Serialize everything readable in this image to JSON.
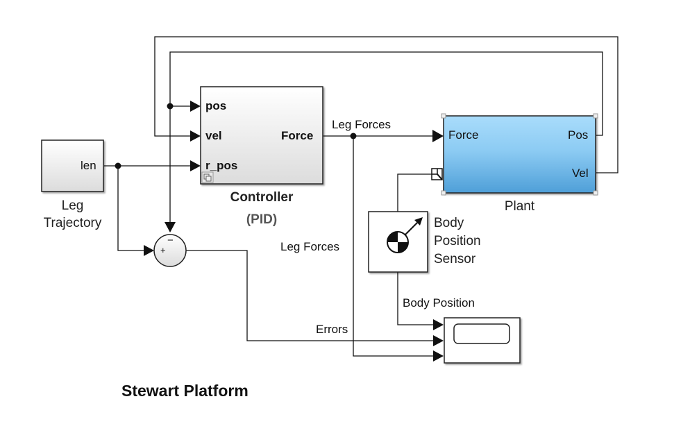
{
  "diagram": {
    "title": "Stewart Platform",
    "blocks": {
      "leg_trajectory": {
        "name": "Leg\nTrajectory",
        "name_line1": "Leg",
        "name_line2": "Trajectory",
        "output_port": "len"
      },
      "controller": {
        "name": "Controller",
        "subtitle": "(PID)",
        "inputs": [
          "pos",
          "vel",
          "r_pos"
        ],
        "output_port": "Force"
      },
      "plant": {
        "name": "Plant",
        "input_port": "Force",
        "outputs": [
          "Pos",
          "Vel"
        ],
        "color": "#5aaee6"
      },
      "sum": {
        "signs": [
          "+",
          "−"
        ]
      },
      "body_position_sensor": {
        "name_line1": "Body",
        "name_line2": "Position",
        "name_line3": "Sensor"
      },
      "scope": {
        "inputs": 3
      }
    },
    "signals": {
      "leg_forces_top": "Leg Forces",
      "leg_forces_side": "Leg Forces",
      "body_position": "Body Position",
      "errors": "Errors"
    }
  }
}
